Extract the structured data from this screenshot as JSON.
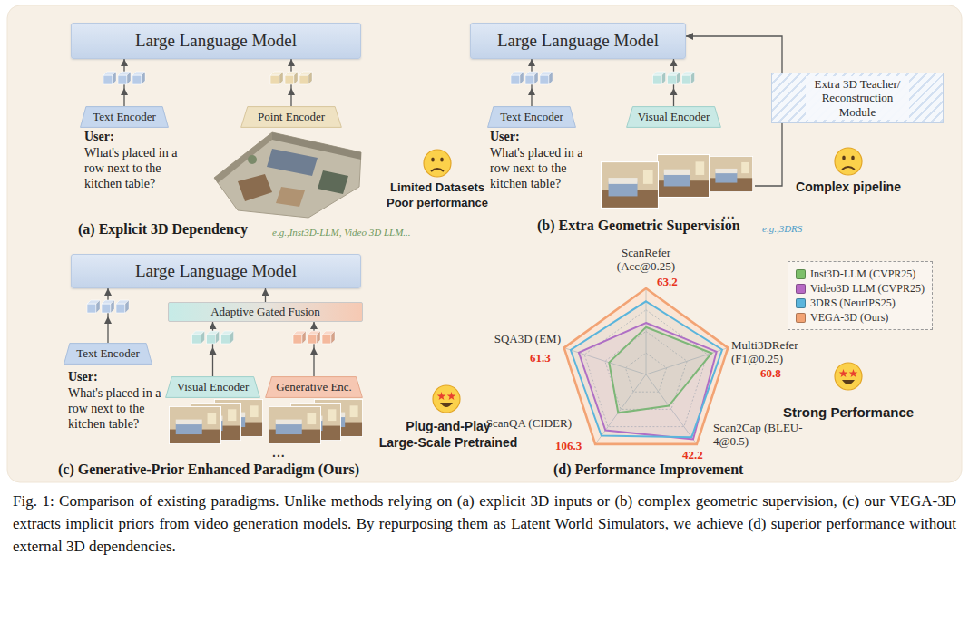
{
  "diagram": {
    "caption": "Fig. 1: Comparison of existing paradigms. Unlike methods relying on (a) explicit 3D inputs or (b) complex geometric supervision, (c) our VEGA-3D extracts implicit priors from video generation models. By repurposing them as Latent World Simulators, we achieve (d) superior performance without external 3D dependencies.",
    "nodes": [
      {
        "text": [
          "Large Language Model"
        ]
      },
      {
        "text": [
          "Text Encoder"
        ]
      },
      {
        "text": [
          "Point Encoder"
        ]
      },
      {
        "text": [
          "Large Language Model"
        ]
      },
      {
        "text": [
          "Text Encoder"
        ]
      },
      {
        "text": [
          "Visual Encoder"
        ]
      },
      {
        "text": [
          "Extra 3D Teacher/ Reconstruction Module"
        ]
      },
      {
        "text": [
          "Large Language Model"
        ]
      },
      {
        "text": [
          "Adaptive Gated Fusion"
        ]
      },
      {
        "text": [
          "Text Encoder"
        ]
      },
      {
        "text": [
          "Visual Encoder"
        ]
      },
      {
        "text": [
          "Generative Enc."
        ]
      }
    ],
    "edges": [
      {
        "from": 1,
        "to": 0,
        "arrow": "to"
      },
      {
        "from": 2,
        "to": 0,
        "arrow": "to"
      },
      {
        "from": 4,
        "to": 3,
        "arrow": "to"
      },
      {
        "from": 5,
        "to": 3,
        "arrow": "to"
      },
      {
        "from": 6,
        "to": 3,
        "arrow": "to"
      },
      {
        "from": 9,
        "to": 7,
        "arrow": "to"
      },
      {
        "from": 8,
        "to": 7,
        "arrow": "to"
      },
      {
        "from": 10,
        "to": 8,
        "arrow": "to"
      },
      {
        "from": 11,
        "to": 8,
        "arrow": "to"
      }
    ],
    "labels": [
      "User:",
      "What's placed in a row next to the kitchen table?",
      "Limited Datasets Poor performance",
      "(a) Explicit 3D Dependency",
      "e.g.,Inst3D-LLM, Video 3D LLM...",
      "User:",
      "What's placed in a row next to the kitchen table?",
      "...",
      "Complex pipeline",
      "(b) Extra Geometric Supervision",
      "e.g.,3DRS",
      "User:",
      "What's placed in a row next to the kitchen table?",
      "...",
      "Plug-and-Play",
      "Large-Scale Pretrained",
      "(c) Generative-Prior Enhanced Paradigm (Ours)",
      "ScanRefer (Acc@0.25)",
      "63.2",
      "Multi3DRefer (F1@0.25)",
      "60.8",
      "Scan2Cap (BLEU-4@0.5)",
      "42.2",
      "ScanQA (CIDER)",
      "106.3",
      "SQA3D (EM)",
      "61.3",
      "Strong Performance",
      "(d) Performance Improvement"
    ],
    "legend": [
      {
        "text": "Inst3D-LLM (CVPR25)",
        "color": "#7dbf6a"
      },
      {
        "text": "Video3D LLM (CVPR25)",
        "color": "#b76ac4"
      },
      {
        "text": "3DRS (NeurIPS25)",
        "color": "#5bb5dc"
      },
      {
        "text": "VEGA-3D (Ours)",
        "color": "#f2a374"
      }
    ]
  }
}
